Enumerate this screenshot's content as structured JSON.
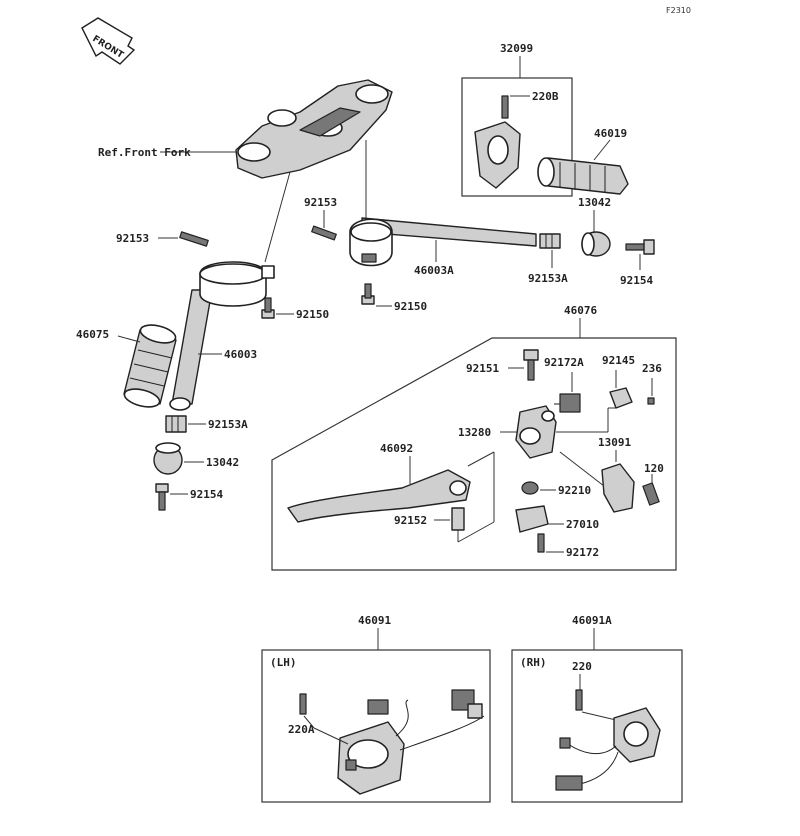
{
  "figure_code": "F2310",
  "front_label": "FRONT",
  "labels": {
    "ref_front_fork": "Ref.Front Fork",
    "p32099": "32099",
    "p220B": "220B",
    "p46019": "46019",
    "p13042_top": "13042",
    "p92153_a": "92153",
    "p92153_b": "92153",
    "p46003A": "46003A",
    "p92153A_top": "92153A",
    "p92154_top": "92154",
    "p92150_a": "92150",
    "p92150_b": "92150",
    "p46075": "46075",
    "p46003": "46003",
    "p92153A_bot": "92153A",
    "p13042_bot": "13042",
    "p92154_bot": "92154",
    "p46076": "46076",
    "p92151": "92151",
    "p92172A": "92172A",
    "p92145": "92145",
    "p236": "236",
    "p13280": "13280",
    "p13091": "13091",
    "p46092": "46092",
    "p120": "120",
    "p92210": "92210",
    "p27010": "27010",
    "p92152": "92152",
    "p92172": "92172",
    "p46091": "46091",
    "p46091A": "46091A",
    "lh": "(LH)",
    "rh": "(RH)",
    "p220A": "220A",
    "p220": "220"
  }
}
